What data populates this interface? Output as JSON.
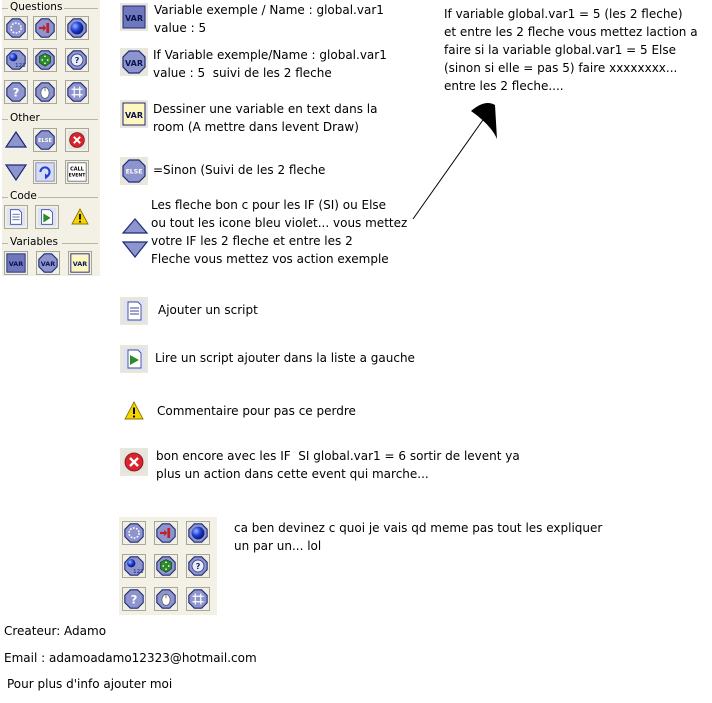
{
  "palette": {
    "sections": {
      "questions": "Questions",
      "other": "Other",
      "code": "Code",
      "variables": "Variables"
    }
  },
  "icon_labels": {
    "var": "VAR",
    "else": "ELSE",
    "call": "CALL",
    "event": "EVENT"
  },
  "descriptions": {
    "var_set": [
      "Variable exemple / Name : global.var1",
      "value : 5"
    ],
    "if_var": [
      "If Variable exemple/Name : global.var1",
      "value : 5  suivi de les 2 fleche"
    ],
    "draw_var": [
      "Dessiner une variable en text dans la",
      "room (A mettre dans levent Draw)"
    ],
    "else_block": [
      "=Sinon (Suivi de les 2 fleche"
    ],
    "arrows": [
      "Les fleche bon c pour les IF (SI) ou Else",
      "ou tout les icone bleu violet... vous mettez",
      "votre IF les 2 fleche et entre les 2",
      "Fleche vous mettez vos action exemple"
    ],
    "script": [
      "Ajouter un script"
    ],
    "run_script": [
      "Lire un script ajouter dans la liste a gauche"
    ],
    "comment": [
      "Commentaire pour pas ce perdre"
    ],
    "exit": [
      "bon encore avec les IF  SI global.var1 = 6 sortir de levent ya",
      "plus un action dans cette event qui marche..."
    ],
    "guess": [
      "ca ben devinez c quoi je vais qd meme pas tout les expliquer",
      "un par un... lol"
    ]
  },
  "annotation": [
    "If variable global.var1 = 5 (les 2 fleche)",
    "et entre les 2 fleche vous mettez laction a",
    "faire si la variable global.var1 = 5 Else",
    "(sinon si elle = pas 5) faire xxxxxxxx...",
    "entre les 2 fleche...."
  ],
  "footer": {
    "creator": "Createur: Adamo",
    "email": "Email : adamoadamo12323@hotmail.com",
    "info": "Pour plus d'info ajouter moi"
  },
  "colors": {
    "panel_bg": "#f3f1e6",
    "octagon_fill": "#7b84c4",
    "octagon_dark": "#1d2a78",
    "var_yellow": "#fff7c0",
    "exit_red": "#d8242a",
    "sphere_blue": "#1f3fd6",
    "green": "#2d8a2d",
    "warning_yellow": "#f5d400"
  }
}
